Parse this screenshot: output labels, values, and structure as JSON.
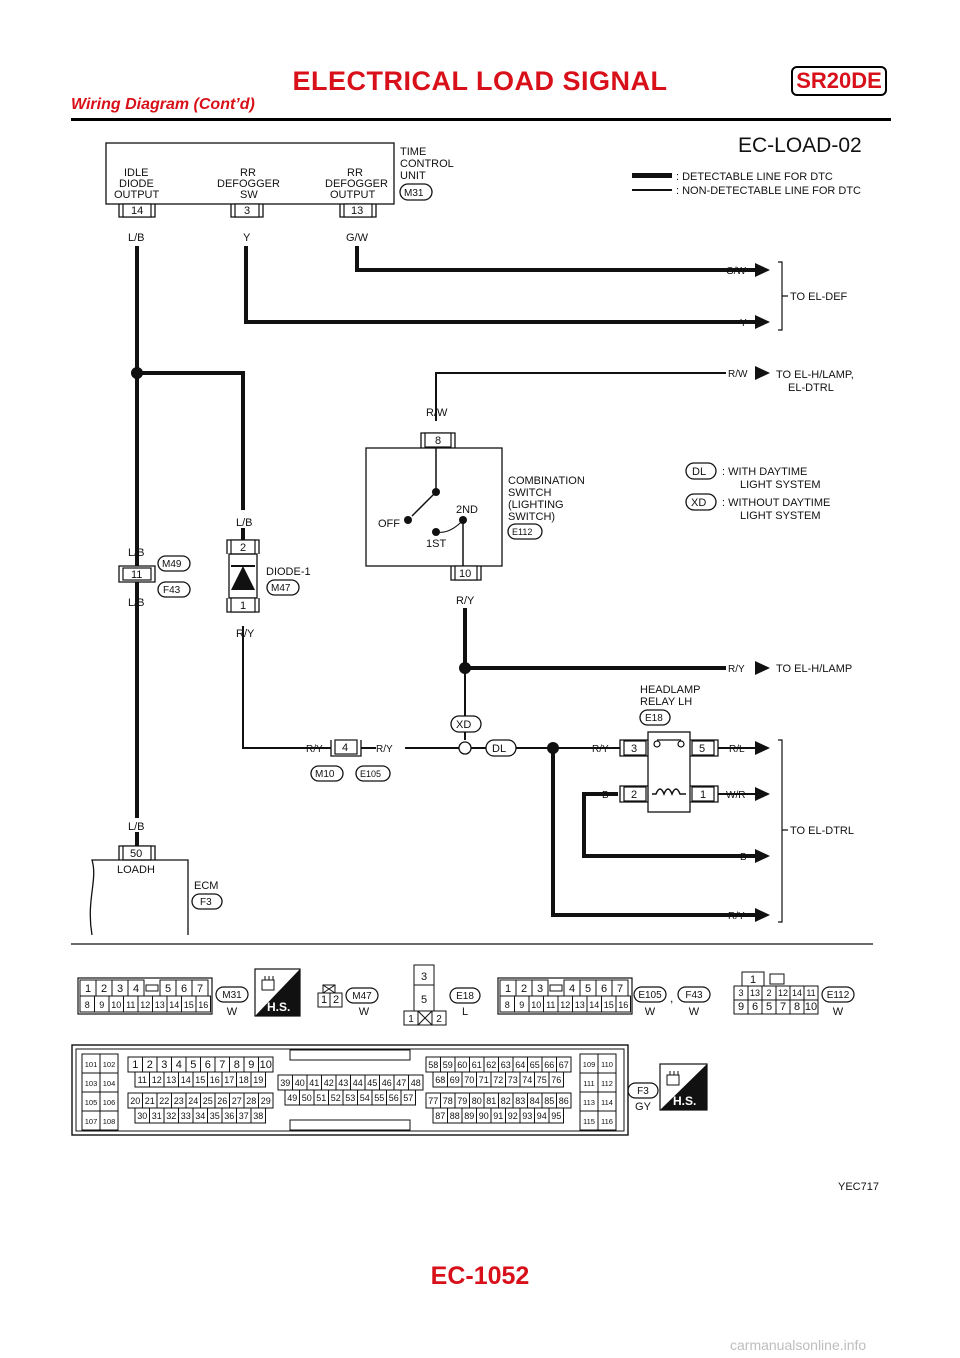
{
  "header": {
    "title": "ELECTRICAL LOAD SIGNAL",
    "engine_badge": "SR20DE",
    "subtitle": "Wiring Diagram (Cont’d)"
  },
  "diagram": {
    "id": "EC-LOAD-02",
    "legend": {
      "detectable": ": DETECTABLE LINE FOR DTC",
      "non_detectable": ": NON-DETECTABLE LINE FOR DTC",
      "dl_tag": "DL",
      "dl_text_1": ": WITH DAYTIME",
      "dl_text_2": "LIGHT SYSTEM",
      "xd_tag": "XD",
      "xd_text_1": ": WITHOUT DAYTIME",
      "xd_text_2": "LIGHT SYSTEM"
    },
    "tcu": {
      "label_1": "TIME",
      "label_2": "CONTROL",
      "label_3": "UNIT",
      "connector": "M31",
      "idle_1": "IDLE",
      "idle_2": "DIODE",
      "idle_3": "OUTPUT",
      "rrsw_1": "RR",
      "rrsw_2": "DEFOGGER",
      "rrsw_3": "SW",
      "rrout_1": "RR",
      "rrout_2": "DEFOGGER",
      "rrout_3": "OUTPUT",
      "pin_14": "14",
      "pin_3": "3",
      "pin_13": "13",
      "wire_lb": "L/B",
      "wire_y": "Y",
      "wire_gw": "G/W"
    },
    "right_labels": {
      "gw": "G/W",
      "y": "Y",
      "to_el_def": "TO EL-DEF",
      "rw": "R/W",
      "to_hlamp_1": "TO EL-H/LAMP,",
      "to_hlamp_2": "EL-DTRL",
      "ry": "R/Y",
      "to_el_hlamp": "TO EL-H/LAMP",
      "rl": "R/L",
      "wr": "W/R",
      "b": "B",
      "ry2": "R/Y",
      "to_el_dtrl": "TO EL-DTRL"
    },
    "combo_switch": {
      "label_1": "COMBINATION",
      "label_2": "SWITCH",
      "label_3": "(LIGHTING",
      "label_4": "SWITCH)",
      "connector": "E112",
      "pin_8": "8",
      "pin_10": "10",
      "wire_rw": "R/W",
      "wire_ry": "R/Y",
      "off": "OFF",
      "first": "1ST",
      "second": "2ND"
    },
    "diode": {
      "label": "DIODE-1",
      "connector": "M47",
      "pin_2": "2",
      "pin_1": "1",
      "wire_lb": "L/B",
      "wire_ry": "R/Y"
    },
    "joint": {
      "pin_11": "11",
      "conn_m49": "M49",
      "conn_f43": "F43",
      "wire_lb_top": "L/B",
      "wire_lb_bot": "L/B"
    },
    "mid_connector": {
      "pin_4": "4",
      "wire_left": "R/Y",
      "wire_right": "R/Y",
      "conn_m10": "M10",
      "conn_e105": "E105",
      "xd_tag": "XD",
      "dl_tag": "DL"
    },
    "relay": {
      "label_1": "HEADLAMP",
      "label_2": "RELAY LH",
      "connector": "E18",
      "pin_3": "3",
      "pin_5": "5",
      "pin_2": "2",
      "pin_1": "1",
      "wire_ry": "R/Y",
      "wire_b": "B"
    },
    "ecm": {
      "wire_lb": "L/B",
      "pin_50": "50",
      "pin_name": "LOADH",
      "label": "ECM",
      "connector": "F3"
    },
    "figure_id": "YEC717"
  },
  "connectors": {
    "m31": {
      "tag": "M31",
      "color": "W",
      "row1": [
        "1",
        "2",
        "3",
        "4",
        "",
        "5",
        "6",
        "7"
      ],
      "row2": [
        "8",
        "9",
        "10",
        "11",
        "12",
        "13",
        "14",
        "15",
        "16"
      ]
    },
    "hs1": "H.S.",
    "m47": {
      "tag": "M47",
      "color": "W",
      "pins": [
        "1",
        "2"
      ]
    },
    "e18": {
      "tag": "E18",
      "color": "L",
      "pins": [
        "3",
        "5",
        "1",
        "2"
      ]
    },
    "e105": {
      "tag": "E105",
      "color": "W",
      "row1": [
        "1",
        "2",
        "3",
        "",
        "4",
        "5",
        "6",
        "7"
      ],
      "row2": [
        "8",
        "9",
        "10",
        "11",
        "12",
        "13",
        "14",
        "15",
        "16"
      ]
    },
    "comma": ",",
    "f43": {
      "tag": "F43",
      "color": "W"
    },
    "e112": {
      "tag": "E112",
      "color": "W",
      "row0": "1",
      "row1": [
        "3",
        "13",
        "2",
        "12",
        "14",
        "11"
      ],
      "row2": [
        "9",
        "6",
        "5",
        "7",
        "8",
        "10"
      ]
    },
    "f3": {
      "tag": "F3",
      "color": "GY",
      "hs": "H.S.",
      "left": [
        "101",
        "102",
        "103",
        "104",
        "105",
        "106",
        "107",
        "108"
      ],
      "g1r1": [
        "1",
        "2",
        "3",
        "4",
        "5",
        "6",
        "7",
        "8",
        "9",
        "10"
      ],
      "g1r2": [
        "11",
        "12",
        "13",
        "14",
        "15",
        "16",
        "17",
        "18",
        "19"
      ],
      "g1r3": [
        "20",
        "21",
        "22",
        "23",
        "24",
        "25",
        "26",
        "27",
        "28",
        "29"
      ],
      "g1r4": [
        "30",
        "31",
        "32",
        "33",
        "34",
        "35",
        "36",
        "37",
        "38"
      ],
      "g2r1": [
        "39",
        "40",
        "41",
        "42",
        "43",
        "44",
        "45",
        "46",
        "47",
        "48"
      ],
      "g2r2": [
        "49",
        "50",
        "51",
        "52",
        "53",
        "54",
        "55",
        "56",
        "57"
      ],
      "g3r1": [
        "58",
        "59",
        "60",
        "61",
        "62",
        "63",
        "64",
        "65",
        "66",
        "67"
      ],
      "g3r2": [
        "68",
        "69",
        "70",
        "71",
        "72",
        "73",
        "74",
        "75",
        "76"
      ],
      "g3r3": [
        "77",
        "78",
        "79",
        "80",
        "81",
        "82",
        "83",
        "84",
        "85",
        "86"
      ],
      "g3r4": [
        "87",
        "88",
        "89",
        "90",
        "91",
        "92",
        "93",
        "94",
        "95"
      ],
      "right": [
        "109",
        "110",
        "111",
        "112",
        "113",
        "114",
        "115",
        "116"
      ]
    }
  },
  "footer": {
    "page": "EC-1052",
    "watermark": "carmanualsonline.info"
  }
}
